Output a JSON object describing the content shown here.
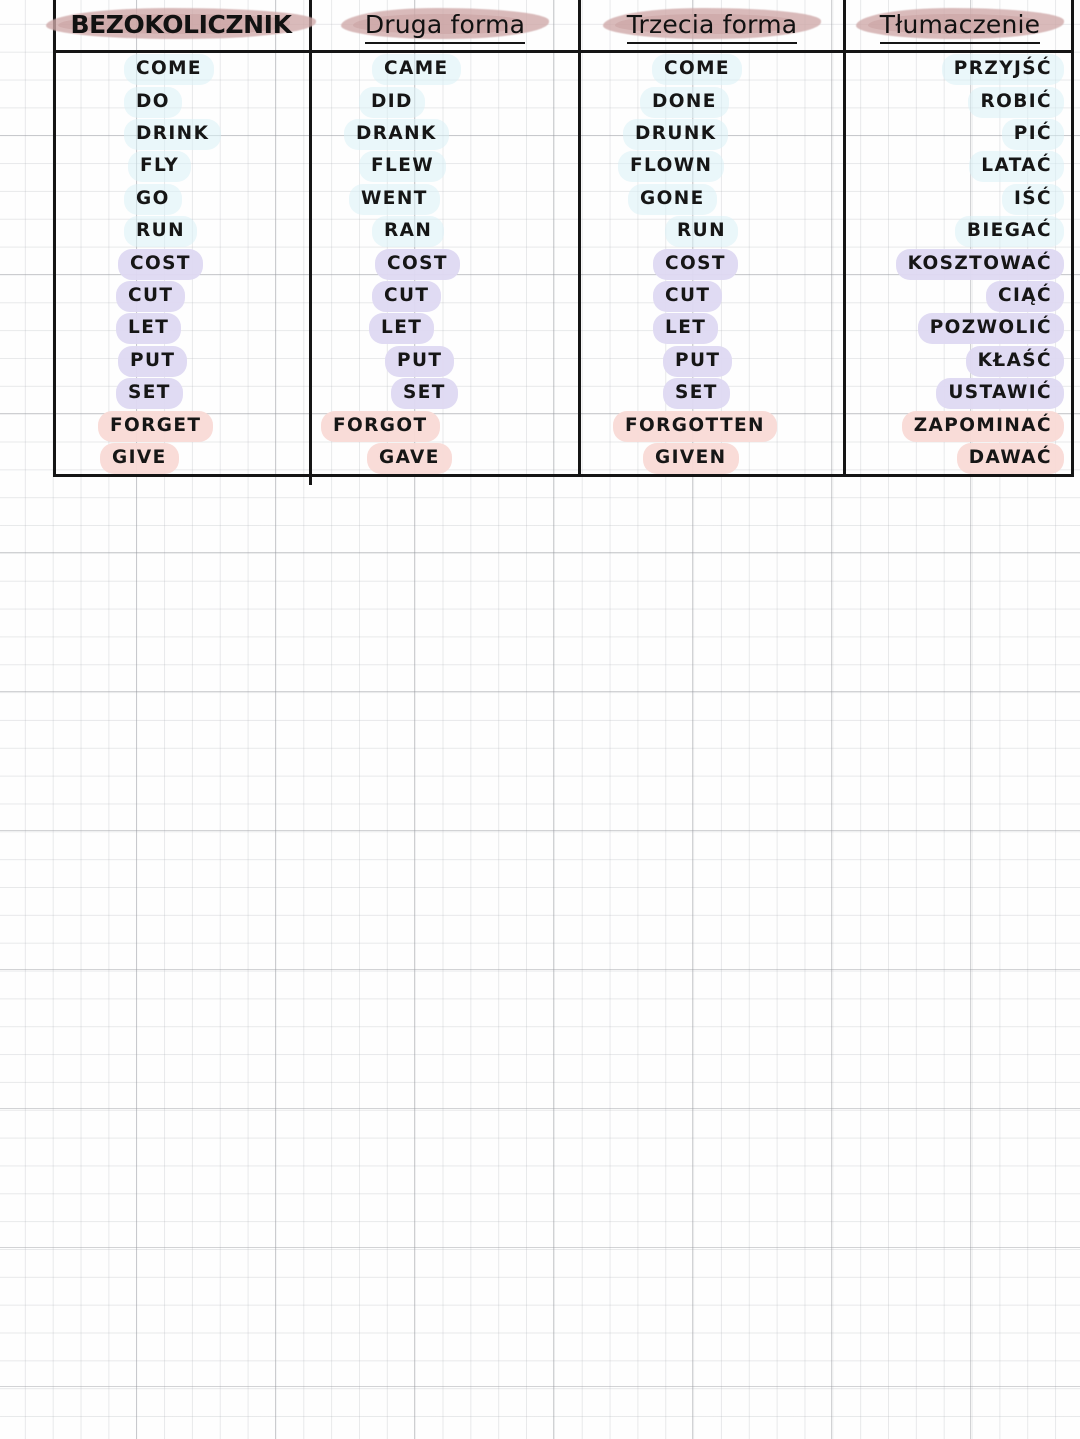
{
  "page": {
    "title": "Irregular verbs table — Czasowniki nieregularne",
    "paper": "grid-notebook",
    "colors": {
      "grid_line": "#96989e",
      "table_border": "#151515",
      "header_highlight": "#cfa8a8",
      "highlight_blue": "#d9f1f5",
      "highlight_purple": "#ded9f2",
      "highlight_pink": "#f9dad6",
      "text": "#161616"
    }
  },
  "table": {
    "headers": [
      {
        "label": "BEZOKOLICZNIK",
        "style": "display",
        "underline": false
      },
      {
        "label": "Druga forma",
        "style": "hand",
        "underline": true
      },
      {
        "label": "Trzecia forma",
        "style": "hand",
        "underline": true
      },
      {
        "label": "Tłumaczenie",
        "style": "hand",
        "underline": true
      }
    ],
    "rows": [
      {
        "highlight": "blue",
        "cells": [
          "COME",
          "CAME",
          "COME",
          "PRZYJŚĆ"
        ],
        "offsets": [
          74,
          63,
          74,
          0
        ]
      },
      {
        "highlight": "blue",
        "cells": [
          "DO",
          "DID",
          "DONE",
          "ROBIĆ"
        ],
        "offsets": [
          74,
          50,
          62,
          0
        ]
      },
      {
        "highlight": "blue",
        "cells": [
          "DRINK",
          "DRANK",
          "DRUNK",
          "PIĆ"
        ],
        "offsets": [
          74,
          35,
          45,
          0
        ]
      },
      {
        "highlight": "blue",
        "cells": [
          "FLY",
          "FLEW",
          "FLOWN",
          "LATAĆ"
        ],
        "offsets": [
          78,
          50,
          40,
          0
        ]
      },
      {
        "highlight": "blue",
        "cells": [
          "GO",
          "WENT",
          "GONE",
          "IŚĆ"
        ],
        "offsets": [
          74,
          40,
          50,
          0
        ]
      },
      {
        "highlight": "blue",
        "cells": [
          "RUN",
          "RAN",
          "RUN",
          "BIEGAĆ"
        ],
        "offsets": [
          74,
          63,
          87,
          0
        ]
      },
      {
        "highlight": "purple",
        "cells": [
          "COST",
          "COST",
          "COST",
          "KOSZTOWAĆ"
        ],
        "offsets": [
          68,
          66,
          75,
          0
        ]
      },
      {
        "highlight": "purple",
        "cells": [
          "CUT",
          "CUT",
          "CUT",
          "CIĄĆ"
        ],
        "offsets": [
          66,
          63,
          75,
          0
        ]
      },
      {
        "highlight": "purple",
        "cells": [
          "LET",
          "LET",
          "LET",
          "POZWOLIĆ"
        ],
        "offsets": [
          66,
          60,
          75,
          0
        ]
      },
      {
        "highlight": "purple",
        "cells": [
          "PUT",
          "PUT",
          "PUT",
          "KŁAŚĆ"
        ],
        "offsets": [
          68,
          76,
          85,
          0
        ]
      },
      {
        "highlight": "purple",
        "cells": [
          "SET",
          "SET",
          "SET",
          "USTAWIĆ"
        ],
        "offsets": [
          66,
          82,
          85,
          0
        ]
      },
      {
        "highlight": "pink",
        "cells": [
          "FORGET",
          "FORGOT",
          "FORGOTTEN",
          "ZAPOMINAĆ"
        ],
        "offsets": [
          48,
          12,
          35,
          0
        ]
      },
      {
        "highlight": "pink",
        "cells": [
          "GIVE",
          "GAVE",
          "GIVEN",
          "DAWAĆ"
        ],
        "offsets": [
          50,
          58,
          65,
          0
        ]
      }
    ]
  }
}
